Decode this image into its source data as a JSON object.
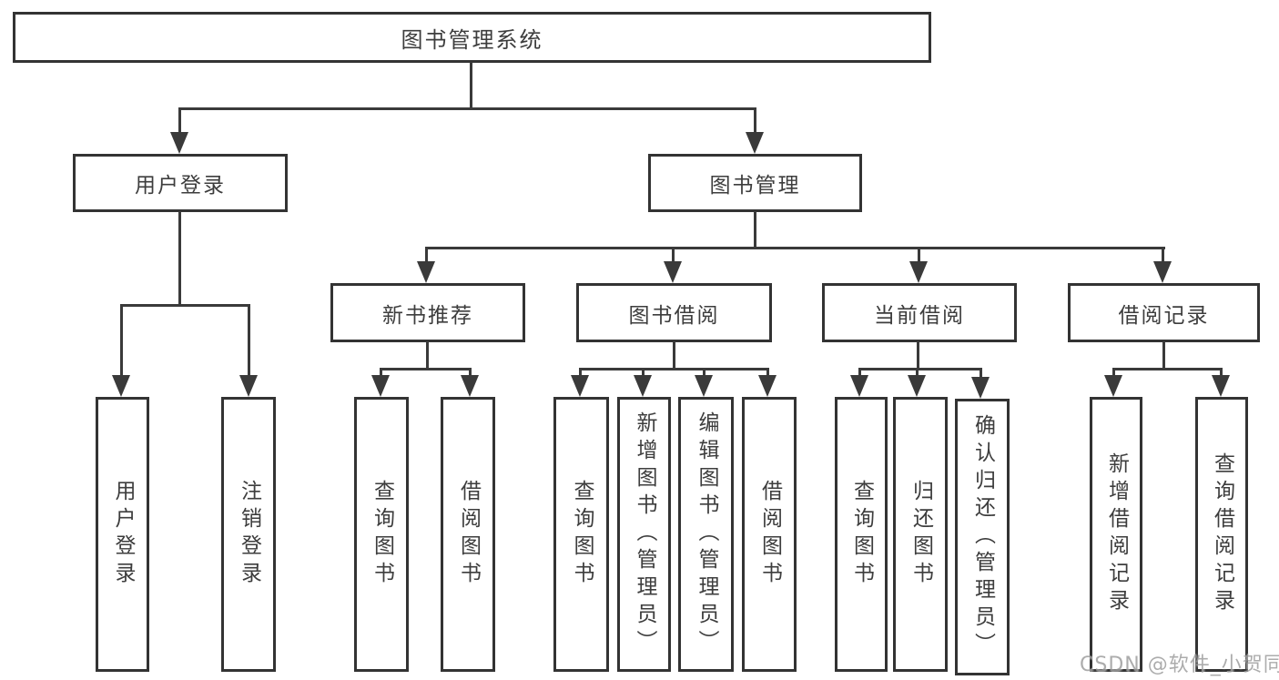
{
  "tree": {
    "root": {
      "label": "图书管理系统"
    },
    "children": [
      {
        "label": "用户登录",
        "children": [
          {
            "label": "用户登录"
          },
          {
            "label": "注销登录"
          }
        ]
      },
      {
        "label": "图书管理",
        "children": [
          {
            "label": "新书推荐",
            "children": [
              {
                "label": "查询图书"
              },
              {
                "label": "借阅图书"
              }
            ]
          },
          {
            "label": "图书借阅",
            "children": [
              {
                "label": "查询图书"
              },
              {
                "label": "新增图书（管理员）"
              },
              {
                "label": "编辑图书（管理员）"
              },
              {
                "label": "借阅图书"
              }
            ]
          },
          {
            "label": "当前借阅",
            "children": [
              {
                "label": "查询图书"
              },
              {
                "label": "归还图书"
              },
              {
                "label": "确认归还（管理员）"
              }
            ]
          },
          {
            "label": "借阅记录",
            "children": [
              {
                "label": "新增借阅记录"
              },
              {
                "label": "查询借阅记录"
              }
            ]
          }
        ]
      }
    ]
  },
  "watermark": {
    "text": "CSDN @软件_小贺同学"
  },
  "colors": {
    "line": "#3a3a3a",
    "border": "#333333",
    "text": "#3d3d3d",
    "watermark": "#9e9e9e",
    "background": "#ffffff"
  }
}
